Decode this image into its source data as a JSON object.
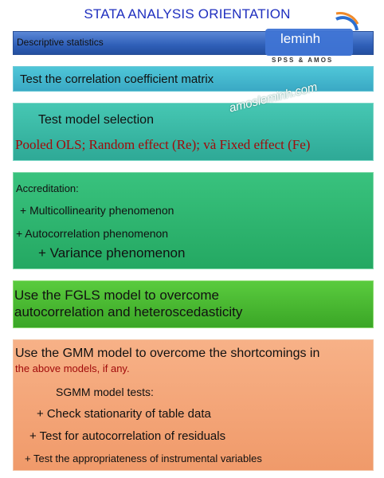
{
  "title": "STATA ANALYSIS ORIENTATION",
  "brand": {
    "name": "leminh",
    "sub": "SPSS & AMOS",
    "watermark": "amosleminh.com"
  },
  "colors": {
    "title": "#1f2fbf",
    "box1": "#2f5fb8",
    "box2": "#3aa9c4",
    "box3": "#2ea996",
    "box4": "#24a862",
    "box5": "#3aa626",
    "box6": "#f09a6a",
    "pooled_text": "#a10a0a"
  },
  "steps": {
    "descriptive": "Descriptive statistics",
    "correlation": "Test the correlation coefficient matrix",
    "model_selection": {
      "heading": "Test model selection",
      "models": "Pooled OLS; Random effect (Re); và Fixed effect (Fe)"
    },
    "accreditation": {
      "heading": "Accreditation:",
      "items": [
        "+ Multicollinearity phenomenon",
        "+ Autocorrelation phenomenon",
        "+ Variance phenomenon"
      ]
    },
    "fgls": {
      "line1": "Use the FGLS model to overcome",
      "line2": "autocorrelation and heteroscedasticity"
    },
    "gmm": {
      "line1": "Use the GMM model to overcome the shortcomings in",
      "line2": "the above models, if any.",
      "sub_heading": "SGMM model tests:",
      "items": [
        "+ Check stationarity of table data",
        "+ Test for autocorrelation of residuals",
        "+ Test the appropriateness of instrumental variables"
      ]
    }
  }
}
